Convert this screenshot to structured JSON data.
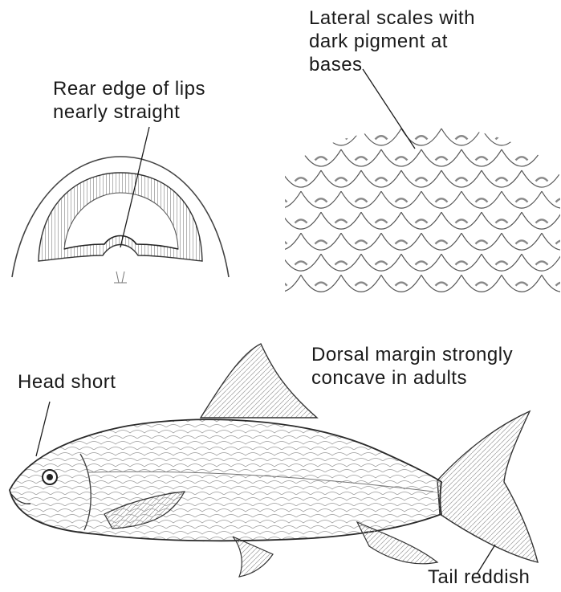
{
  "labels": {
    "lips": "Rear edge of lips\nnearly straight",
    "scales": "Lateral scales with\ndark pigment at\nbases",
    "dorsal": "Dorsal margin strongly\nconcave in adults",
    "head": "Head short",
    "tail": "Tail reddish"
  },
  "colors": {
    "ink": "#1a1a1a",
    "line": "#2a2a2a",
    "shade": "#8a8a8a",
    "paper": "#ffffff"
  }
}
